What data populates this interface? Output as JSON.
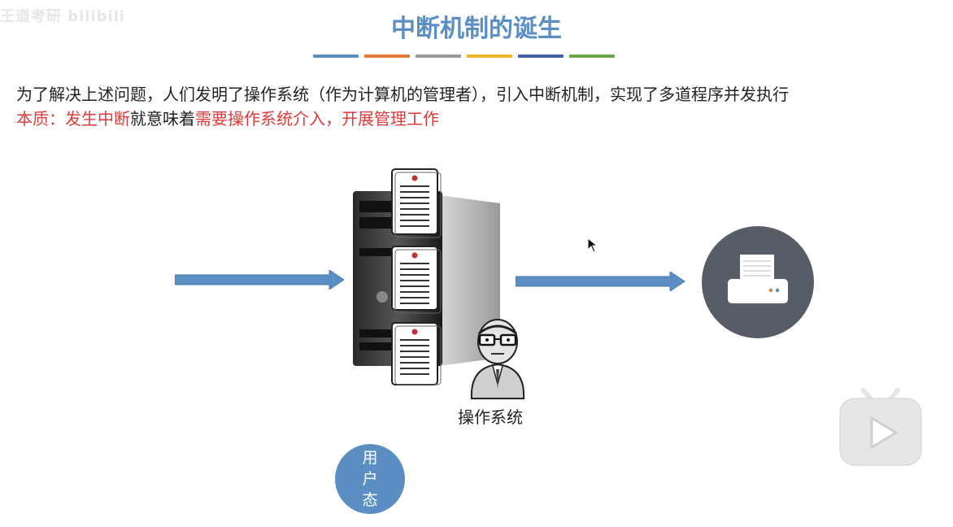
{
  "watermark": "王道考研 bilibili",
  "slide": {
    "title": "中断机制的诞生",
    "color_bar": [
      "#5b8fc4",
      "#e0783a",
      "#9a9a9a",
      "#f0b429",
      "#3d5fa8",
      "#6aa84f"
    ],
    "line1": "为了解决上述问题，人们发明了操作系统（作为计算机的管理者），引入中断机制，实现了多道程序并发执行",
    "line2": {
      "part1": "本质：发生中断",
      "part2": "就意味着",
      "part3": "需要操作系统介入，开展管理工作"
    }
  },
  "diagram": {
    "os_label": "操作系统",
    "user_mode": [
      "用",
      "户",
      "态"
    ]
  }
}
